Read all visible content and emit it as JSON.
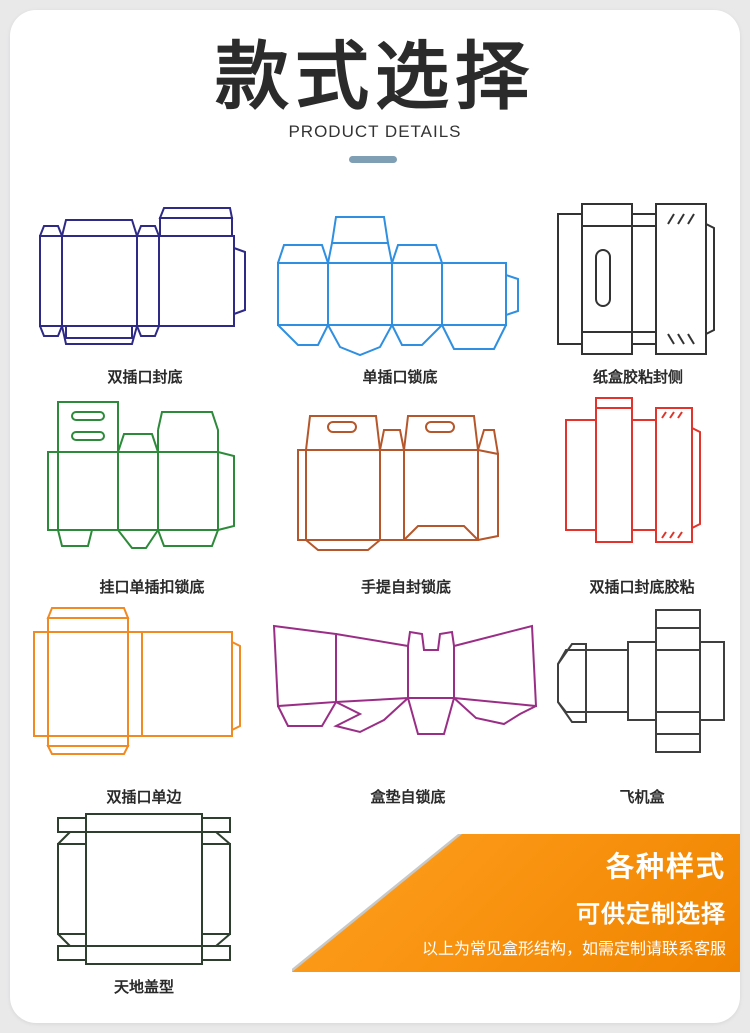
{
  "header": {
    "title": "款式选择",
    "subtitle": "PRODUCT DETAILS"
  },
  "styles": [
    {
      "label": "双插口封底",
      "color": "#2e2a86",
      "icon": "double-tuck-box-dieline"
    },
    {
      "label": "单插口锁底",
      "color": "#2f8fe0",
      "icon": "tuck-lock-bottom-dieline"
    },
    {
      "label": "纸盒胶粘封侧",
      "color": "#333333",
      "icon": "glued-side-box-dieline"
    },
    {
      "label": "挂口单插扣锁底",
      "color": "#2d8a3a",
      "icon": "hang-tab-lock-bottom-dieline"
    },
    {
      "label": "手提自封锁底",
      "color": "#b5572b",
      "icon": "handle-box-dieline"
    },
    {
      "label": "双插口封底胶粘",
      "color": "#e2342b",
      "icon": "double-tuck-glued-dieline"
    },
    {
      "label": "双插口单边",
      "color": "#f28a22",
      "icon": "double-tuck-single-side-dieline"
    },
    {
      "label": "盒垫自锁底",
      "color": "#9a2e86",
      "icon": "insert-lock-bottom-dieline"
    },
    {
      "label": "飞机盒",
      "color": "#3f3f3f",
      "icon": "mailer-box-dieline"
    },
    {
      "label": "天地盖型",
      "color": "#2f3f2f",
      "icon": "lid-base-box-dieline"
    }
  ],
  "banner": {
    "heading": "各种样式",
    "subheading": "可供定制选择",
    "note": "以上为常见盒形结构，如需定制请联系客服",
    "color": "#f59000"
  }
}
